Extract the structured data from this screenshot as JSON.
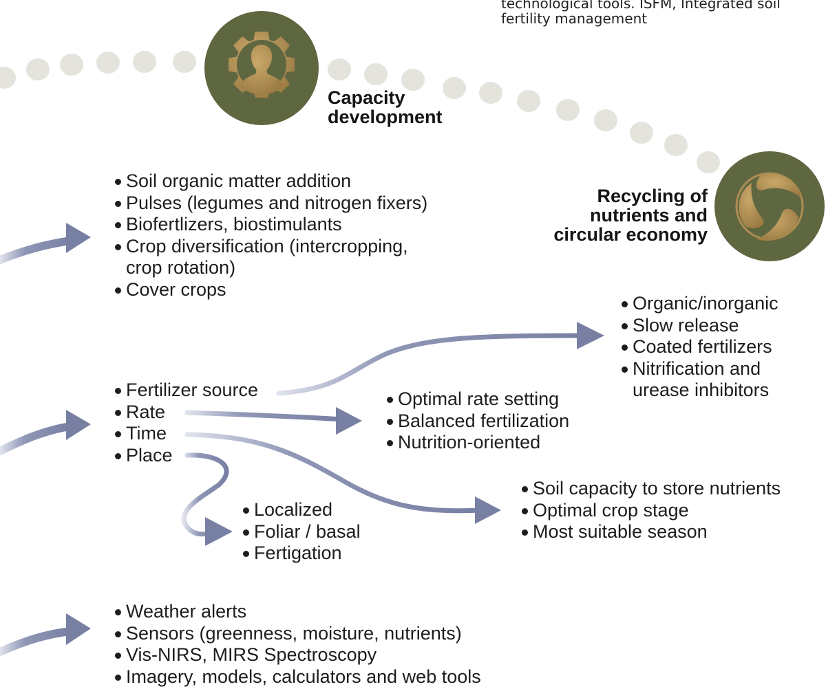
{
  "caption": {
    "line1": "technological tools. ISFM, Integrated soil",
    "line2": "fertility management"
  },
  "headings": {
    "capacity": [
      "Capacity",
      "development"
    ],
    "recycling": [
      "Recycling of",
      "nutrients and",
      "circular economy"
    ]
  },
  "lists": {
    "soil_organic": [
      {
        "text": "Soil organic matter addition"
      },
      {
        "text": "Pulses (legumes and nitrogen fixers)"
      },
      {
        "text": "Biofertlizers, biostimulants"
      },
      {
        "text": "Crop diversification (intercropping,",
        "cont": "crop rotation)"
      },
      {
        "text": "Cover crops"
      }
    ],
    "four_r": [
      {
        "text": "Fertilizer source"
      },
      {
        "text": "Rate"
      },
      {
        "text": "Time"
      },
      {
        "text": "Place"
      }
    ],
    "source_types": [
      {
        "text": "Organic/inorganic"
      },
      {
        "text": "Slow release"
      },
      {
        "text": "Coated fertilizers"
      },
      {
        "text": "Nitrification and",
        "cont": "urease inhibitors"
      }
    ],
    "rate_items": [
      {
        "text": "Optimal rate setting"
      },
      {
        "text": "Balanced fertilization"
      },
      {
        "text": "Nutrition-oriented"
      }
    ],
    "time_items": [
      {
        "text": "Soil capacity to store nutrients"
      },
      {
        "text": "Optimal crop stage"
      },
      {
        "text": "Most suitable season"
      }
    ],
    "place_items": [
      {
        "text": "Localized"
      },
      {
        "text": "Foliar / basal"
      },
      {
        "text": "Fertigation"
      }
    ],
    "digital_tools": [
      {
        "text": "Weather alerts"
      },
      {
        "text": "Sensors  (greenness, moisture, nutrients)"
      },
      {
        "text": "Vis-NIRS, MIRS Spectroscopy"
      },
      {
        "text": "Imagery, models, calculators and web tools"
      }
    ]
  },
  "icons": {
    "capacity": "gear-person-icon",
    "recycling": "leaf-cycle-icon"
  },
  "colors": {
    "badge_fill": "#5f6741",
    "icon_gold": "#ad8d52",
    "arrow": "#7d86a8",
    "dots": "#e4e3dc"
  }
}
